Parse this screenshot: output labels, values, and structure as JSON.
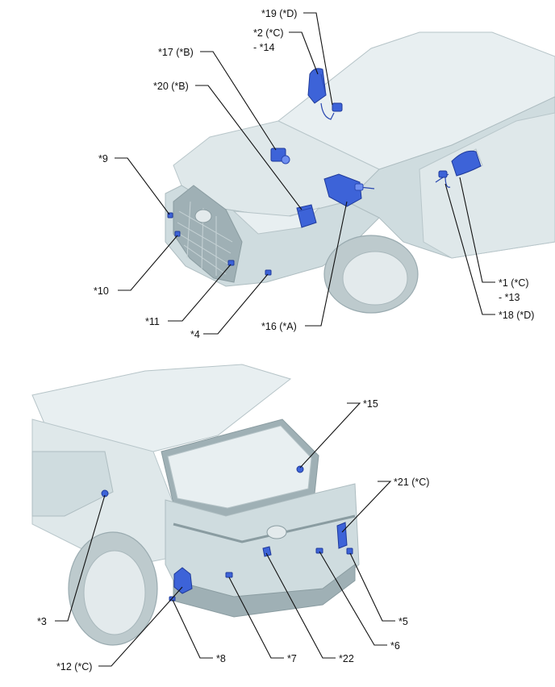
{
  "labels": {
    "l19": "*19 (*D)",
    "l2": "*2 (*C)",
    "l14": "- *14",
    "l17": "*17 (*B)",
    "l20": "*20 (*B)",
    "l9": "*9",
    "l10": "*10",
    "l11": "*11",
    "l4": "*4",
    "l16": "*16 (*A)",
    "l1": "*1 (*C)",
    "l13": "- *13",
    "l18": "*18 (*D)",
    "l15": "*15",
    "l21": "*21 (*C)",
    "l3": "*3",
    "l12": "*12 (*C)",
    "l8": "*8",
    "l7": "*7",
    "l22": "*22",
    "l6": "*6",
    "l5": "*5"
  },
  "colors": {
    "component": "#3d63d8",
    "vehicle_body": "#dfe8ea",
    "leader_line": "#111111"
  }
}
